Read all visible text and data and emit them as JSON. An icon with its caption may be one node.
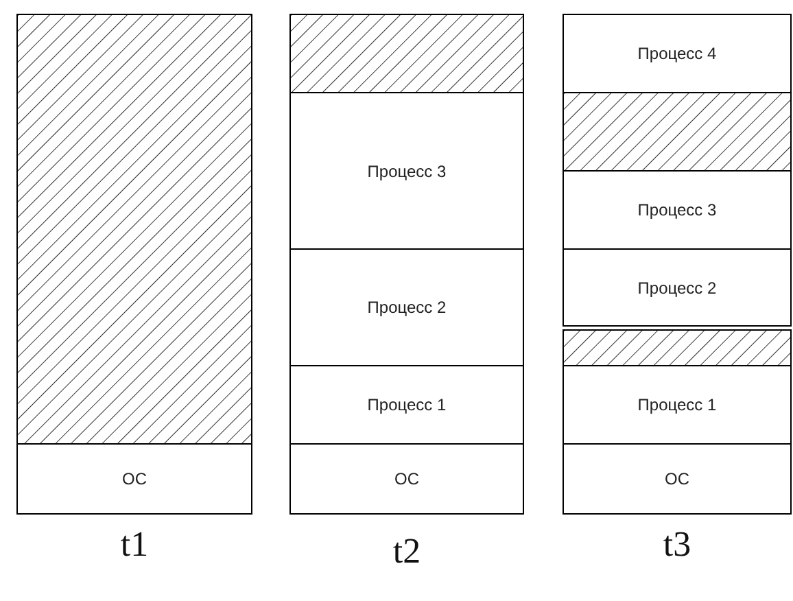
{
  "diagram": {
    "nodes": [
      {
        "text": [
          "t1"
        ]
      },
      {
        "text": [],
        "shape": "box",
        "in": 0
      },
      {
        "text": [
          "ОС"
        ],
        "in": 0
      },
      {
        "text": [
          "t2"
        ]
      },
      {
        "text": [],
        "shape": "box",
        "in": 3
      },
      {
        "text": [
          "Процесс 3"
        ],
        "in": 3
      },
      {
        "text": [
          "Процесс 2"
        ],
        "in": 3
      },
      {
        "text": [
          "Процесс 1"
        ],
        "in": 3
      },
      {
        "text": [
          "ОС"
        ],
        "in": 3
      },
      {
        "text": [
          "t3"
        ]
      },
      {
        "text": [
          "Процесс 4"
        ],
        "in": 9
      },
      {
        "text": [],
        "shape": "box",
        "in": 9
      },
      {
        "text": [
          "Процесс 3"
        ],
        "in": 9
      },
      {
        "text": [
          "Процесс 2"
        ],
        "in": 9
      },
      {
        "text": [],
        "shape": "box",
        "in": 9
      },
      {
        "text": [
          "Процесс 1"
        ],
        "in": 9
      },
      {
        "text": [
          "ОС"
        ],
        "in": 9
      }
    ]
  }
}
